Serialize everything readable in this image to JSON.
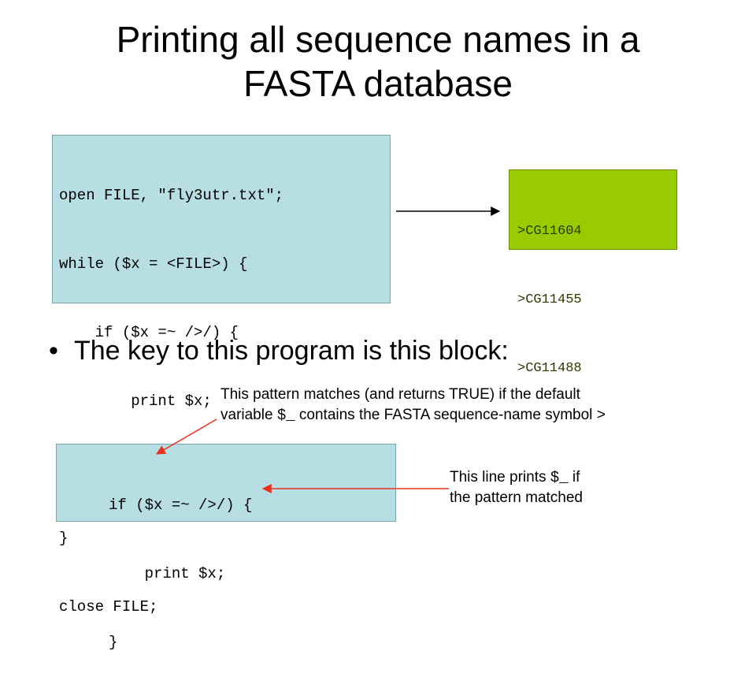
{
  "title": {
    "line1": "Printing all sequence names in a",
    "line2": "FASTA database"
  },
  "code_main": {
    "lines": [
      "open FILE, \"fly3utr.txt\";",
      "while ($x = <FILE>) {",
      "    if ($x =~ />/) {",
      "        print $x;",
      "    }",
      "}",
      "close FILE;"
    ]
  },
  "output": {
    "lines": [
      ">CG11604",
      ">CG11455",
      ">CG11488"
    ]
  },
  "bullet": {
    "symbol": "•",
    "text": "The key to this program is this block:"
  },
  "code_block": {
    "lines": [
      "if ($x =~ />/) {",
      "    print $x;",
      "}"
    ]
  },
  "annotations": {
    "pattern": {
      "line1": "This pattern matches (and returns TRUE) if the default",
      "line2_prefix": "variable ",
      "line2_var": "$_",
      "line2_suffix": " contains the FASTA sequence-name symbol ",
      "line2_symbol": ">"
    },
    "print": {
      "line1_prefix": "This line prints ",
      "line1_var": "$_",
      "line1_suffix": " if",
      "line2": "the pattern matched"
    }
  },
  "colors": {
    "code_bg": "#b7dee3",
    "output_bg": "#99cc00",
    "annotation_arrow": "#e8321e",
    "output_arrow": "#000000"
  }
}
